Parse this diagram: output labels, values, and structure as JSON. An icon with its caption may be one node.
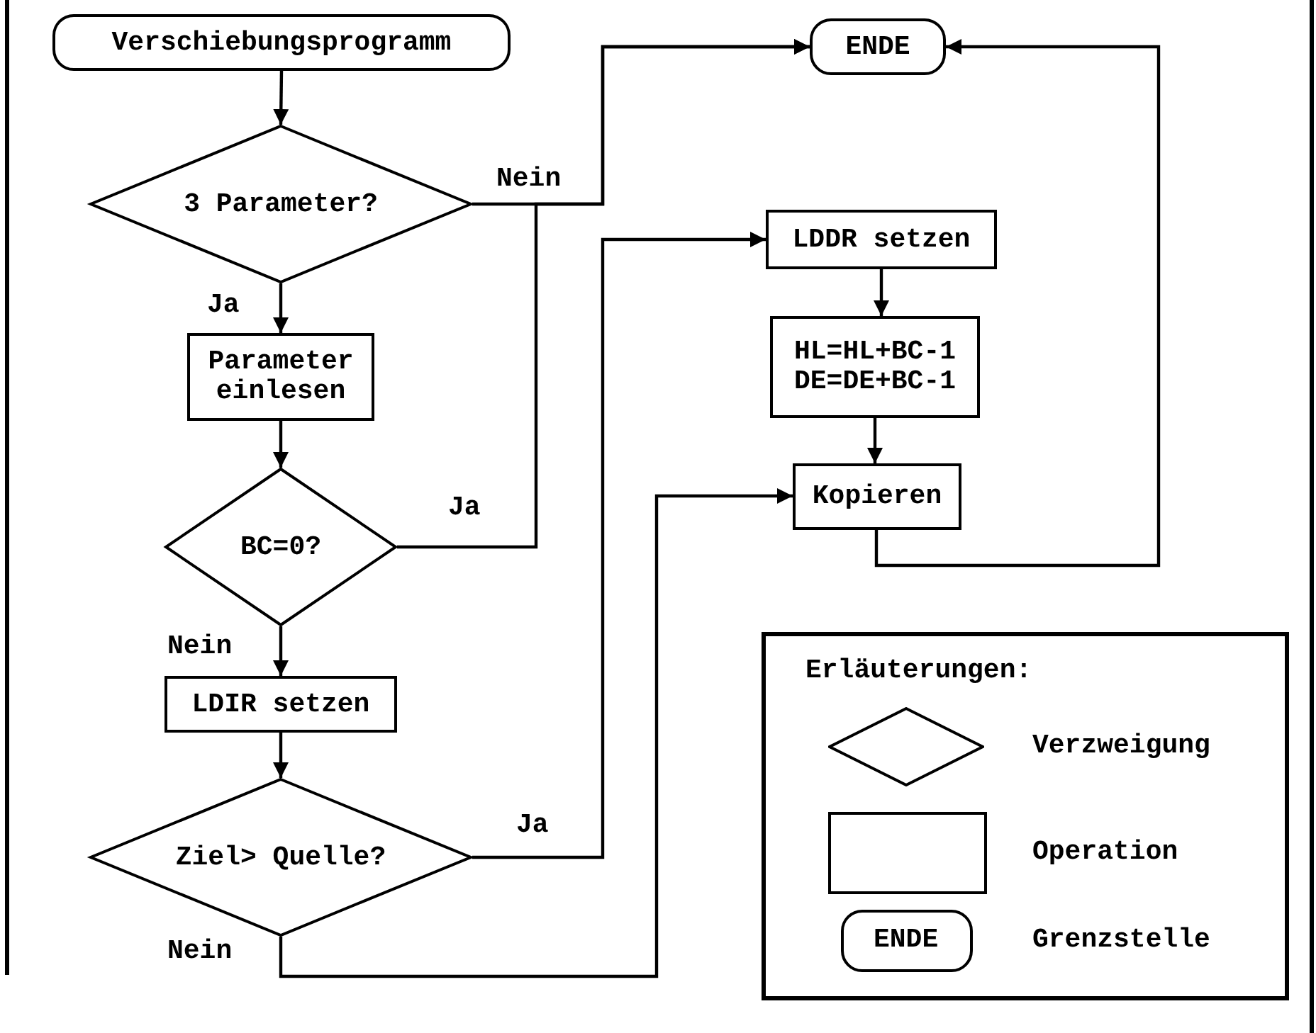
{
  "diagram": {
    "nodes": [
      {
        "text": [
          "Verschiebungsprogramm"
        ]
      },
      {
        "text": [
          "3 Parameter?"
        ]
      },
      {
        "text": [
          "Parameter einlesen"
        ]
      },
      {
        "text": [
          "BC=0?"
        ]
      },
      {
        "text": [
          "LDIR setzen"
        ]
      },
      {
        "text": [
          "Ziel> Quelle?"
        ]
      },
      {
        "text": [
          "ENDE"
        ]
      },
      {
        "text": [
          "LDDR setzen"
        ]
      },
      {
        "text": [
          "HL=HL+BC-1 DE=DE+BC-1"
        ]
      },
      {
        "text": [
          "Kopieren"
        ]
      }
    ],
    "edges": [
      {
        "from": 0,
        "to": 1,
        "arrow": "to"
      },
      {
        "from": 1,
        "to": 6,
        "arrow": "to",
        "label": "Nein"
      },
      {
        "from": 1,
        "to": 2,
        "arrow": "to",
        "label": "Ja"
      },
      {
        "from": 2,
        "to": 3,
        "arrow": "to"
      },
      {
        "from": 3,
        "to": 6,
        "arrow": "to",
        "label": "Ja"
      },
      {
        "from": 3,
        "to": 4,
        "arrow": "to",
        "label": "Nein"
      },
      {
        "from": 4,
        "to": 5,
        "arrow": "to"
      },
      {
        "from": 5,
        "to": 7,
        "arrow": "to",
        "label": "Ja"
      },
      {
        "from": 5,
        "to": 9,
        "arrow": "to",
        "label": "Nein"
      },
      {
        "from": 7,
        "to": 8,
        "arrow": "to"
      },
      {
        "from": 8,
        "to": 9,
        "arrow": "to"
      },
      {
        "from": 9,
        "to": 6,
        "arrow": "to"
      }
    ],
    "labels": [
      "Erläuterungen:",
      "ENDE"
    ],
    "legend": [
      {
        "text": "Verzweigung"
      },
      {
        "text": "Operation"
      },
      {
        "text": "Grenzstelle"
      }
    ]
  }
}
